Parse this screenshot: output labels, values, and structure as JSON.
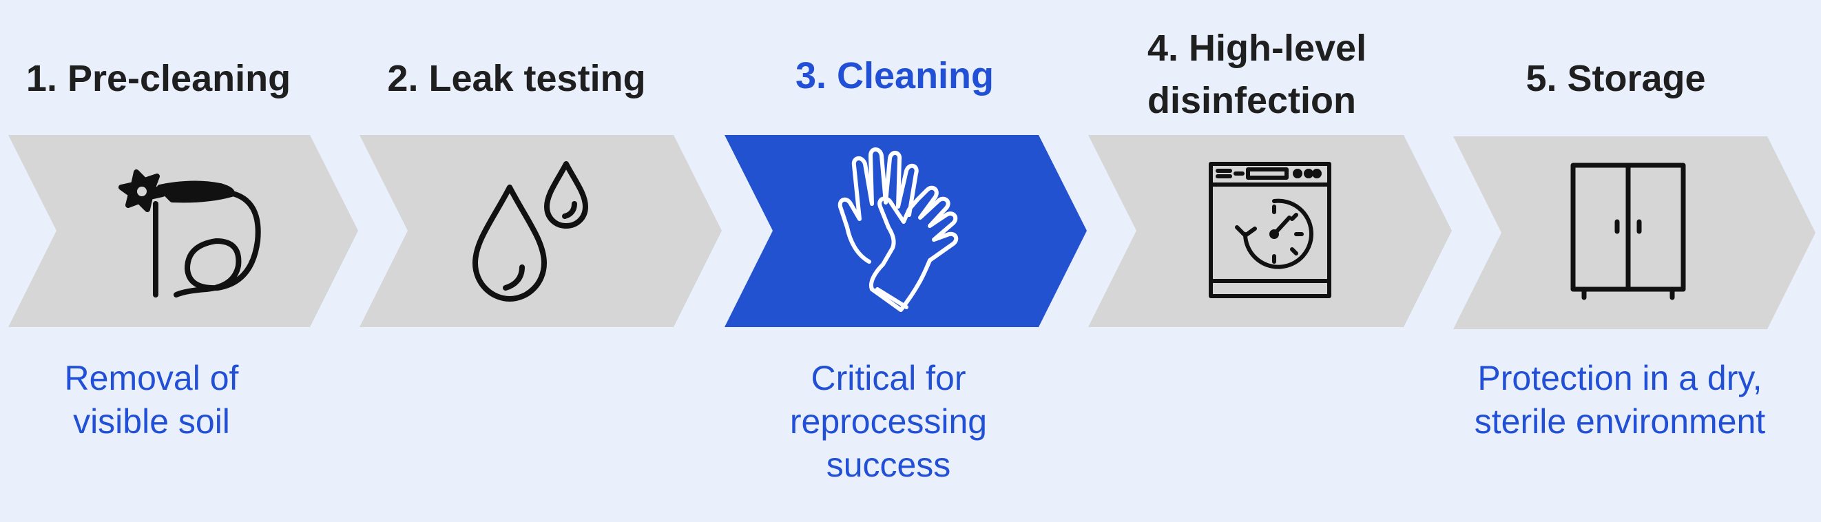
{
  "steps": [
    {
      "title": "1. Pre-cleaning",
      "icon": "endoscope-icon",
      "description": [
        "Removal of",
        "visible soil"
      ],
      "active": false
    },
    {
      "title": "2. Leak testing",
      "icon": "water-drops-icon",
      "description": [],
      "active": false
    },
    {
      "title": "3. Cleaning",
      "icon": "gloves-icon",
      "description": [
        "Critical for",
        "reprocessing",
        "success"
      ],
      "active": true
    },
    {
      "title_lines": [
        "4. High-level",
        "disinfection"
      ],
      "icon": "washer-disinfector-icon",
      "description": [],
      "active": false
    },
    {
      "title": "5. Storage",
      "icon": "cabinet-icon",
      "description": [
        "Protection in a dry,",
        "sterile environment"
      ],
      "active": false
    }
  ],
  "colors": {
    "background": "#e9effb",
    "chevron_inactive": "#d6d6d6",
    "chevron_active": "#2352d0",
    "title_text": "#1f1f1f",
    "accent_text": "#2150d6",
    "icon_dark": "#111111",
    "icon_light": "#ffffff"
  }
}
